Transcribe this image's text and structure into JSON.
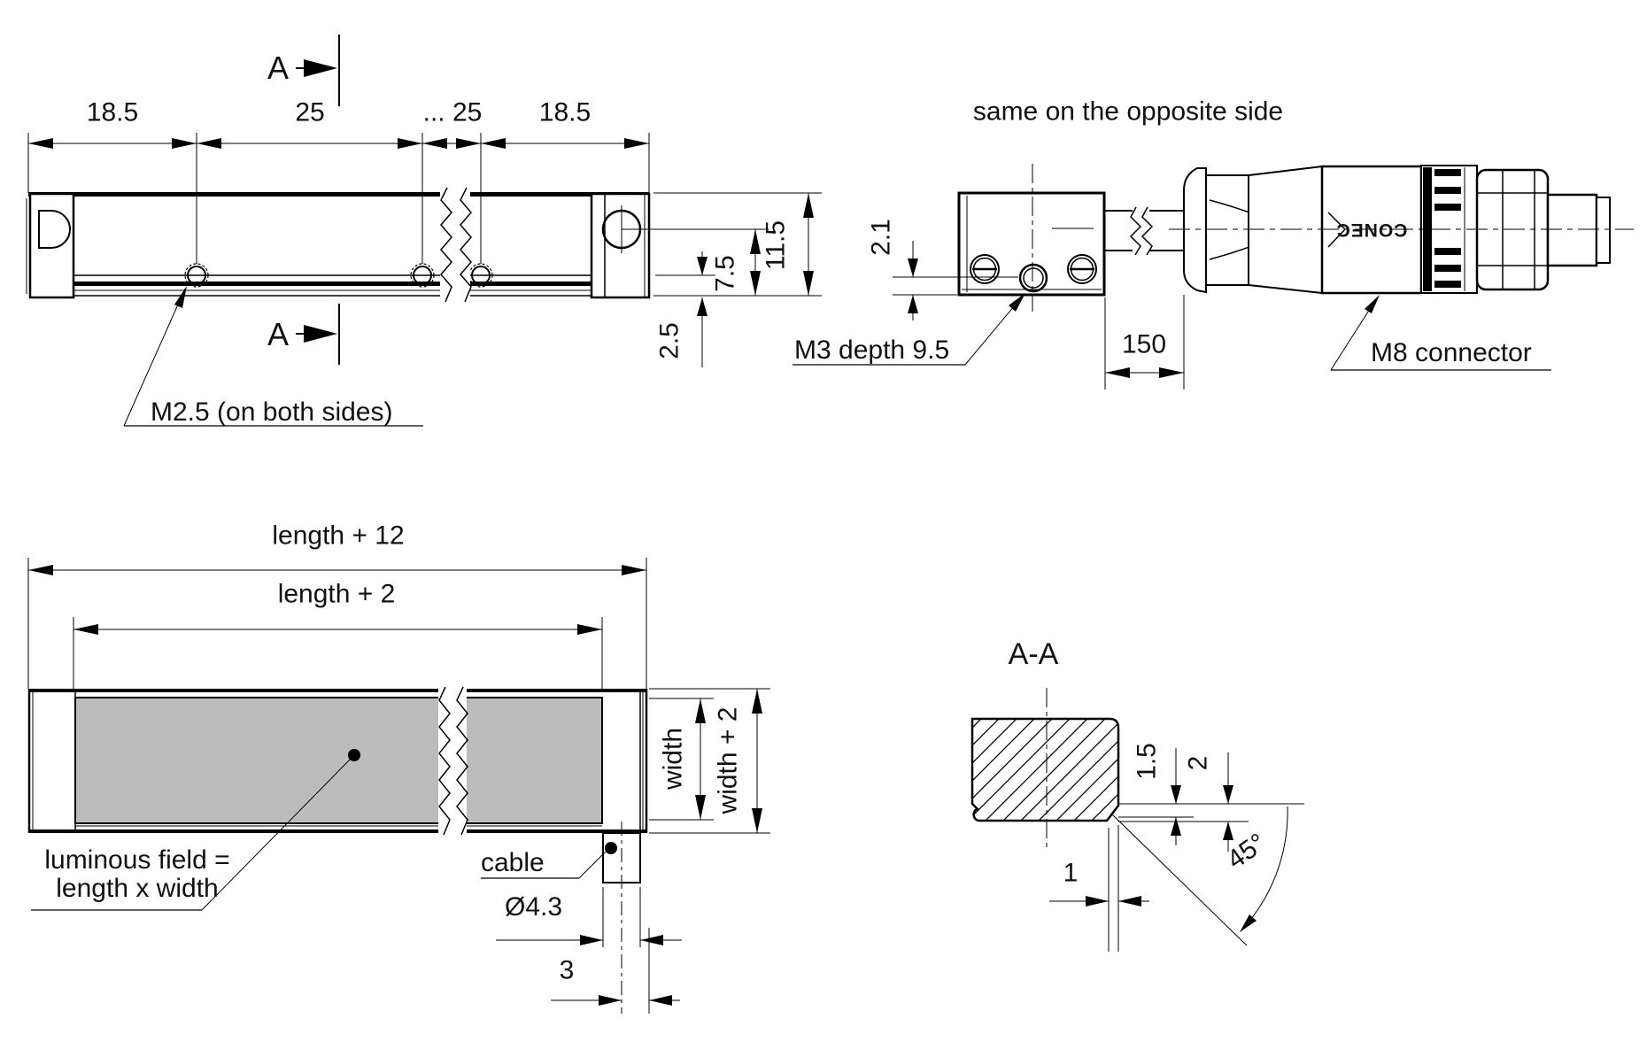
{
  "side_view": {
    "section_letter_top": "A",
    "section_letter_bottom": "A",
    "dim_18_5_left": "18.5",
    "dim_25": "25",
    "dim_25_dots": "... 25",
    "dim_18_5_right": "18.5",
    "dim_height": "11.5",
    "dim_hole_to_bottom": "7.5",
    "dim_strip": "2.5",
    "hole_label": "M2.5 (on both sides)"
  },
  "end_view": {
    "note": "same on the opposite side",
    "dim_offset": "2.1",
    "thread_label": "M3 depth 9.5",
    "dim_cable": "150",
    "connector_label": "M8 connector",
    "connector_logo": "CONEC"
  },
  "top_view": {
    "len_outer": "length + 12",
    "len_inner": "length + 2",
    "field_line1": "luminous field =",
    "field_line2": "length x width",
    "width_inner": "width",
    "width_outer": "width + 2",
    "cable_label": "cable",
    "cable_dia": "Ø4.3",
    "cable_offset": "3"
  },
  "section_view": {
    "title": "A-A",
    "dim_lip": "1.5",
    "dim_step": "2",
    "dim_wall": "1",
    "dim_angle": "45°"
  },
  "colors": {
    "line": "#000000",
    "field_gray": "#bcbcbc",
    "background": "#ffffff"
  }
}
